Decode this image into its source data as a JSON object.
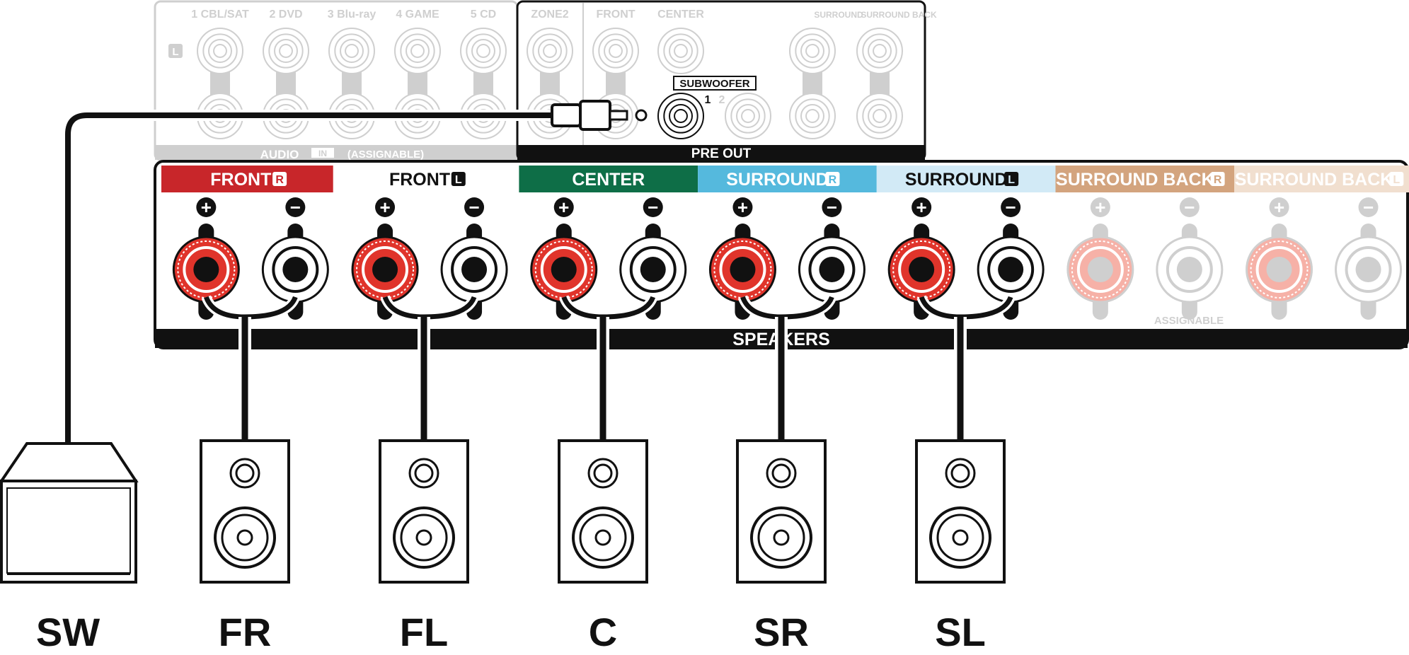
{
  "audio_in": {
    "inputs": [
      "1 CBL/SAT",
      "2 DVD",
      "3 Blu-ray",
      "4 GAME",
      "5 CD"
    ],
    "channel_mark": "L",
    "bar_label": "AUDIO",
    "in_tag": "IN",
    "assignable_note": "(ASSIGNABLE)"
  },
  "pre_out": {
    "labels": [
      "ZONE2",
      "FRONT",
      "CENTER",
      "SURROUND",
      "SURROUND BACK"
    ],
    "subwoofer_label": "SUBWOOFER",
    "sub_1": "1",
    "sub_2": "2",
    "bar_label": "PRE OUT"
  },
  "speakers": {
    "bar_label": "SPEAKERS",
    "assignable_label": "ASSIGNABLE",
    "channels": [
      {
        "name": "FRONT",
        "mark": "R",
        "color": "#c8262a",
        "text_color": "#ffffff",
        "connected": true
      },
      {
        "name": "FRONT",
        "mark": "L",
        "color": "#ffffff",
        "text_color": "#111111",
        "connected": true
      },
      {
        "name": "CENTER",
        "mark": "",
        "color": "#0e6e47",
        "text_color": "#ffffff",
        "connected": true
      },
      {
        "name": "SURROUND",
        "mark": "R",
        "color": "#55b9dd",
        "text_color": "#ffffff",
        "connected": true
      },
      {
        "name": "SURROUND",
        "mark": "L",
        "color": "#d2eaf6",
        "text_color": "#111111",
        "connected": true
      },
      {
        "name": "SURROUND BACK",
        "mark": "R",
        "color": "#d3a47e",
        "text_color": "#ffffff",
        "connected": false
      },
      {
        "name": "SURROUND BACK",
        "mark": "L",
        "color": "#f1dfcf",
        "text_color": "#ffffff",
        "connected": false
      }
    ],
    "plus_symbol": "+",
    "minus_symbol": "−"
  },
  "devices": {
    "subwoofer": "SW",
    "front_right": "FR",
    "front_left": "FL",
    "center": "C",
    "surround_right": "SR",
    "surround_left": "SL"
  },
  "colors": {
    "terminal_red": "#e0342b",
    "faded_terminal_red": "#f6b1a7",
    "inactive_gray": "#cfcfcf",
    "outline": "#111111"
  }
}
